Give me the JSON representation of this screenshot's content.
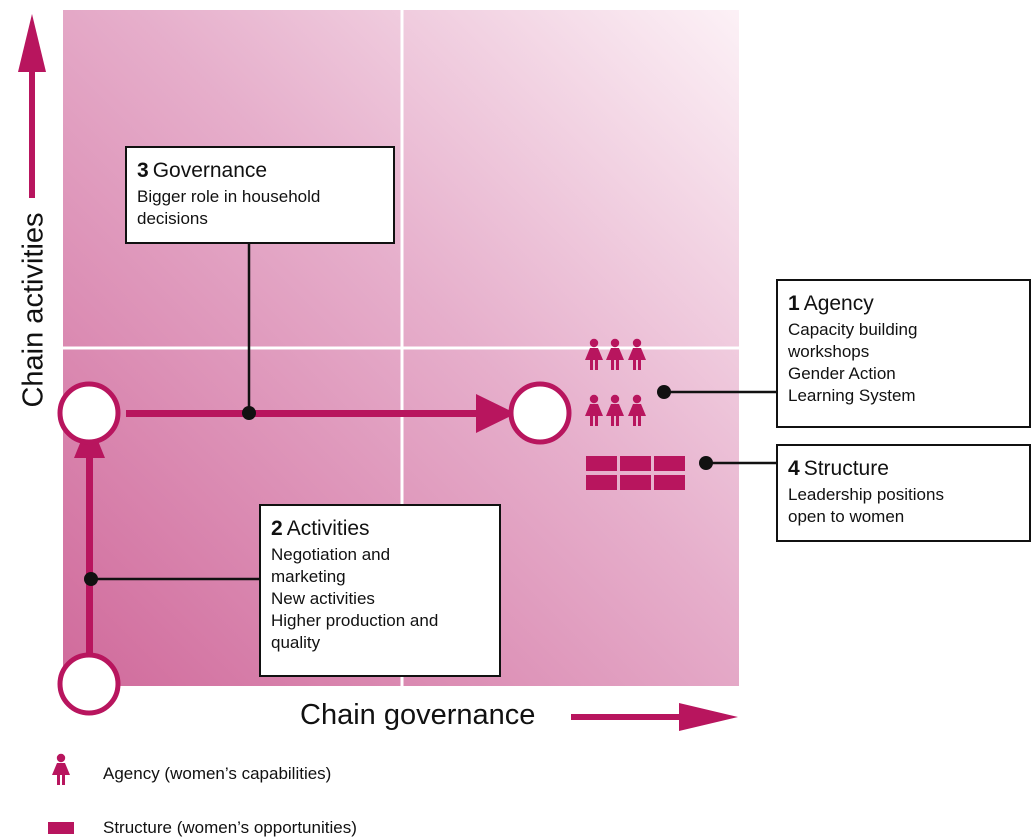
{
  "colors": {
    "accent": "#b8155e",
    "quadrant_dark": "#d16e9d",
    "quadrant_light": "#fbeef4",
    "grid_line": "#ffffff",
    "connector": "#111111"
  },
  "axes": {
    "x_label": "Chain governance",
    "y_label": "Chain activities"
  },
  "boxes": {
    "governance": {
      "number": "3",
      "title": "Governance",
      "lines": [
        "Bigger role in household",
        "decisions"
      ]
    },
    "agency": {
      "number": "1",
      "title": "Agency",
      "lines": [
        "Capacity building",
        "workshops",
        "Gender Action",
        "Learning System"
      ]
    },
    "structure": {
      "number": "4",
      "title": "Structure",
      "lines": [
        "Leadership positions",
        "open to women"
      ]
    },
    "activities": {
      "number": "2",
      "title": "Activities",
      "lines": [
        "Negotiation and",
        "marketing",
        "New activities",
        "Higher production and",
        "quality"
      ]
    }
  },
  "legend": {
    "agency": {
      "icon": "woman-icon",
      "text": "Agency (women’s capabilities)"
    },
    "structure": {
      "icon": "brick-icon",
      "text": "Structure (women’s opportunities)"
    }
  }
}
